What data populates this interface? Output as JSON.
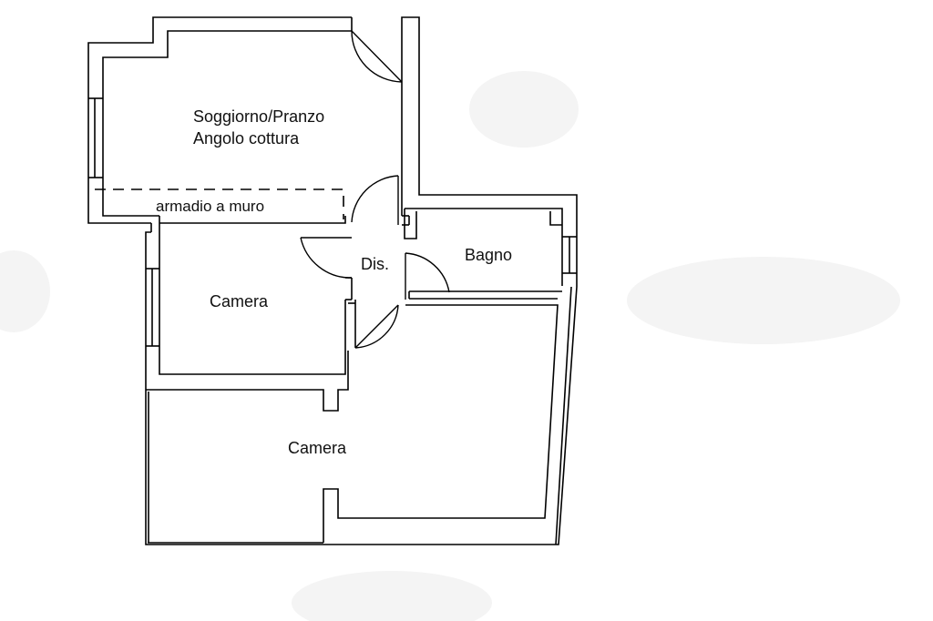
{
  "plan": {
    "rooms": {
      "living": {
        "line1": "Soggiorno/Pranzo",
        "line2": "Angolo cottura"
      },
      "closet": {
        "label": "armadio a muro"
      },
      "hall": {
        "label": "Dis."
      },
      "bath": {
        "label": "Bagno"
      },
      "bedroom1": {
        "label": "Camera"
      },
      "bedroom2": {
        "label": "Camera"
      }
    },
    "colors": {
      "wall": "#000000",
      "background": "#ffffff",
      "watermark": "#f3f3f3"
    }
  }
}
